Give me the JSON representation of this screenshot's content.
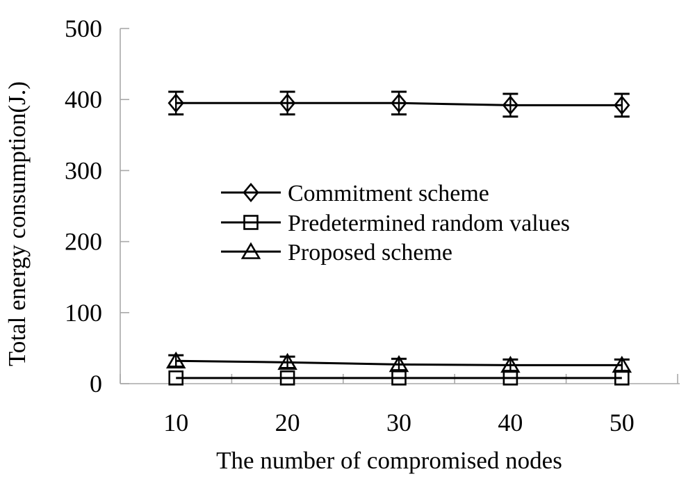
{
  "figure": {
    "background": "#ffffff",
    "axis_color": "#a8a8a8",
    "series_color": "#000000",
    "text_color": "#000000"
  },
  "chart_data": {
    "type": "line",
    "title": "",
    "xlabel": "The number of compromised nodes",
    "ylabel": "Total energy consumption(J.)",
    "categories": [
      10,
      20,
      30,
      40,
      50
    ],
    "x_tick_labels": [
      "10",
      "20",
      "30",
      "40",
      "50"
    ],
    "y_tick_labels": [
      "0",
      "100",
      "200",
      "300",
      "400",
      "500"
    ],
    "y_ticks": [
      0,
      100,
      200,
      300,
      400,
      500
    ],
    "ylim": [
      0,
      500
    ],
    "grid": false,
    "legend_position": "center",
    "legend_entries": [
      "Commitment scheme",
      "Predetermined random values",
      "Proposed scheme"
    ],
    "series": [
      {
        "name": "Commitment scheme",
        "marker": "diamond",
        "values": [
          395,
          395,
          395,
          392,
          392
        ],
        "error": [
          16,
          16,
          16,
          16,
          16
        ]
      },
      {
        "name": "Predetermined random values",
        "marker": "square",
        "values": [
          8,
          8,
          8,
          8,
          8
        ],
        "error": [
          0,
          0,
          0,
          0,
          0
        ]
      },
      {
        "name": "Proposed scheme",
        "marker": "triangle",
        "values": [
          32,
          30,
          27,
          26,
          26
        ],
        "error": [
          8,
          8,
          8,
          8,
          8
        ]
      }
    ]
  }
}
